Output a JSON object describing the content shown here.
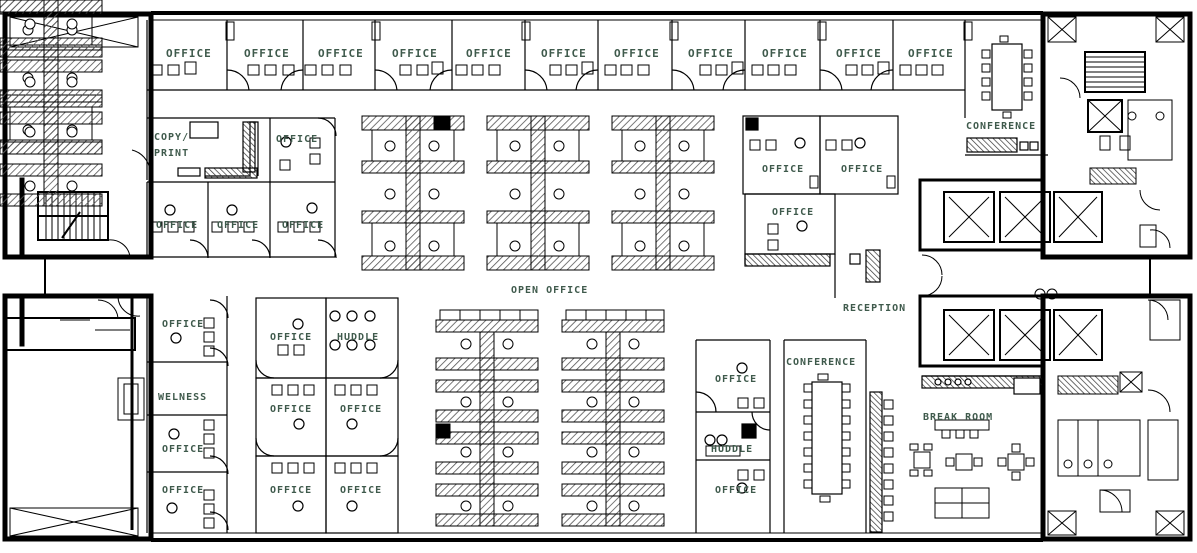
{
  "colors": {
    "wall": "#000000",
    "label": "#3f5a4c",
    "hatch": "#555555"
  },
  "labels": {
    "office": "OFFICE",
    "conference": "CONFERENCE",
    "copy_line1": "COPY/",
    "copy_line2": "PRINT",
    "open_office": "OPEN OFFICE",
    "reception": "RECEPTION",
    "huddle": "HUDDLE",
    "welness": "WELNESS",
    "break_room": "BREAK ROOM"
  }
}
